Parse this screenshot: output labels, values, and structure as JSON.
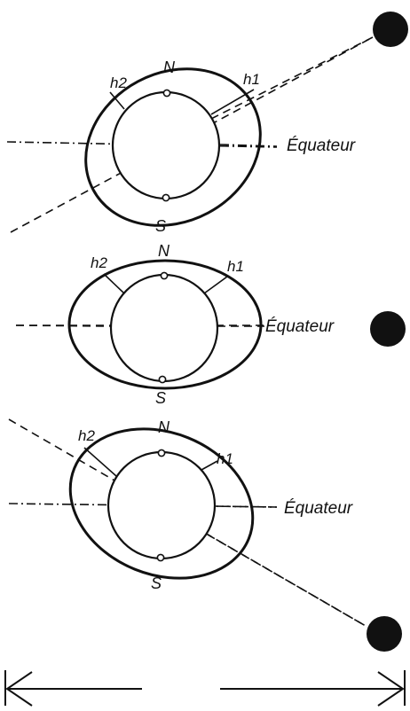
{
  "diagrams": [
    {
      "north": "N",
      "south": "S",
      "h1": "h1",
      "h2": "h2",
      "equator": "Équateur"
    },
    {
      "north": "N",
      "south": "S",
      "h1": "h1",
      "h2": "h2",
      "equator": "Équateur"
    },
    {
      "north": "N",
      "south": "S",
      "h1": "h1",
      "h2": "h2",
      "equator": "Équateur"
    }
  ],
  "colors": {
    "ink": "#111111",
    "background": "#ffffff"
  }
}
